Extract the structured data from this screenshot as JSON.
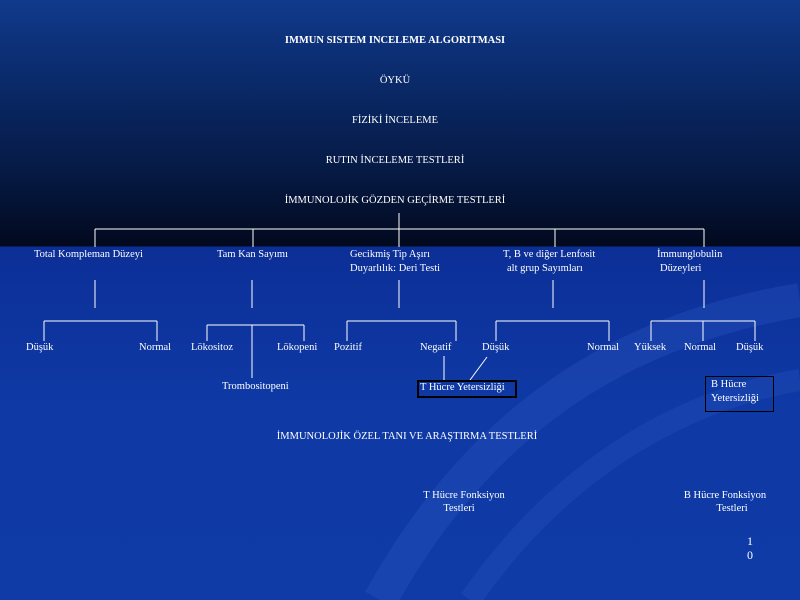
{
  "header": {
    "title": "IMMUN SISTEM INCELEME ALGORITMASI",
    "oyku": "ÖYKÜ",
    "fizik": "FİZİKİ İNCELEME",
    "rutin": "RUTIN İNCELEME TESTLERİ",
    "immunolojik": "İMMUNOLOJİK GÖZDEN GEÇİRME TESTLERİ"
  },
  "branches": {
    "komplement": "Total Kompleman Düzeyi",
    "tamkan": "Tam Kan Sayımı",
    "gecikmis_1": "Gecikmiş Tip Aşırı",
    "gecikmis_2": "Duyarlılık: Deri Testi",
    "lenfosit_1": "T, B ve diğer Lenfosit",
    "lenfosit_2": "alt grup Sayımları",
    "immunglobulin_1": "İmmunglobulin",
    "immunglobulin_2": "Düzeyleri"
  },
  "leaves": {
    "komp_dusuk": "Düşük",
    "komp_normal": "Normal",
    "lokositoz": "Lökositoz",
    "lokopeni": "Lökopeni",
    "trombositopeni": "Trombositopeni",
    "pozitif": "Pozitif",
    "negatif": "Negatif",
    "lenf_dusuk": "Düşük",
    "lenf_normal": "Normal",
    "ig_yuksek": "Yüksek",
    "ig_normal": "Normal",
    "ig_dusuk": "Düşük"
  },
  "results": {
    "t_yetersizligi": "T Hücre Yetersizliği",
    "b_yetersizligi_1": "B Hücre",
    "b_yetersizligi_2": "Yetersizliği"
  },
  "ozel": {
    "title": "İMMUNOLOJİK ÖZEL TANI VE ARAŞTIRMA TESTLERİ",
    "t_fonk_1": "T Hücre Fonksiyon",
    "t_fonk_2": "Testleri",
    "b_fonk_1": "B Hücre Fonksiyon",
    "b_fonk_2": "Testleri"
  },
  "page_number": {
    "digit1": "1",
    "digit2": "0"
  },
  "colors": {
    "background_top": "#02091e",
    "background_bottom": "#0f3aa6",
    "text": "#ffffff",
    "box_border": "#000000"
  }
}
